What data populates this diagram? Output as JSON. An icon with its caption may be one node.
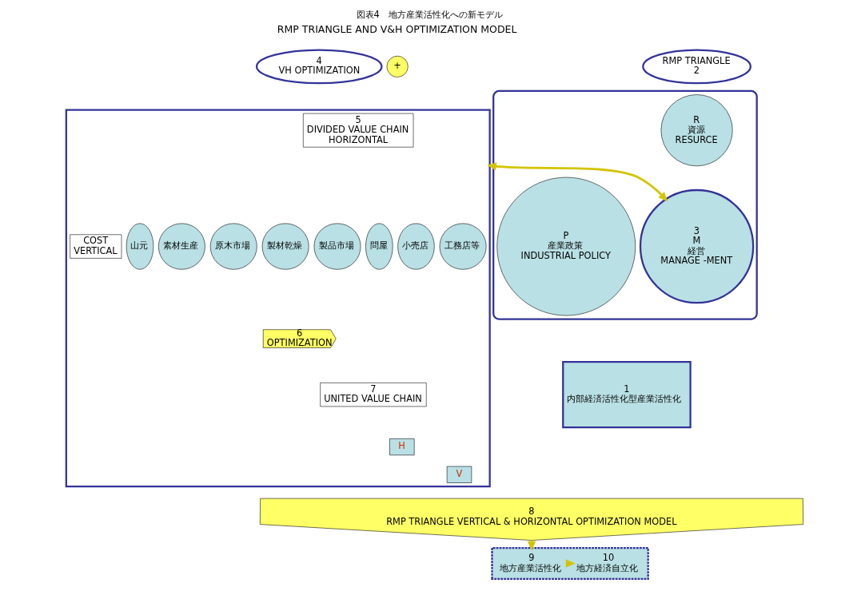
{
  "diagram": {
    "title": "図表4　地方産業活性化への新モデル",
    "nodes": [
      {
        "text": [
          "4",
          "VH OPTIMIZATION"
        ]
      },
      {
        "text": [
          "+"
        ]
      },
      {
        "text": [
          "RMP TRIANGLE",
          "2"
        ]
      },
      {
        "text": [],
        "shape": "box"
      },
      {
        "text": [
          "5",
          "DIVIDED VALUE CHAIN",
          "HORIZONTAL"
        ],
        "in": 3
      },
      {
        "text": [
          "COST",
          "VERTICAL"
        ],
        "in": 3
      },
      {
        "text": [
          "山元"
        ],
        "in": 3
      },
      {
        "text": [
          "素材生産"
        ],
        "in": 3
      },
      {
        "text": [
          "原木市場"
        ],
        "in": 3
      },
      {
        "text": [
          "製材乾燥"
        ],
        "in": 3
      },
      {
        "text": [
          "製品市場"
        ],
        "in": 3
      },
      {
        "text": [
          "問屋"
        ],
        "in": 3
      },
      {
        "text": [
          "小売店"
        ],
        "in": 3
      },
      {
        "text": [
          "工務店等"
        ],
        "in": 3
      },
      {
        "text": [
          "6",
          "OPTIMIZATION"
        ],
        "in": 3
      },
      {
        "text": [
          "7",
          "UNITED VALUE CHAIN"
        ],
        "in": 3
      },
      {
        "text": [
          "H"
        ],
        "in": 3
      },
      {
        "text": [
          "V"
        ],
        "in": 3
      },
      {
        "text": [],
        "shape": "triangle"
      },
      {
        "text": [
          "R",
          "資源",
          "RESURCE"
        ],
        "in": 18
      },
      {
        "text": [
          "3",
          "M",
          "経営",
          "MANAGE -MENT"
        ],
        "in": 18
      },
      {
        "text": [
          "P",
          "産業政策",
          "INDUSTRIAL POLICY"
        ],
        "in": 18
      },
      {
        "text": [
          "1",
          "内部経済活性化型産業活性化"
        ]
      },
      {
        "text": [
          "8",
          "RMP TRIANGLE VERTICAL & HORIZONTAL OPTIMIZATION MODEL"
        ]
      },
      {
        "text": [],
        "shape": "box"
      },
      {
        "text": [
          "9",
          "地方産業活性化"
        ],
        "in": 24
      },
      {
        "text": [
          "10",
          "地方経済自立化"
        ],
        "in": 24
      }
    ],
    "edges": [
      {
        "from": 3,
        "to": 20,
        "arrow": "both"
      },
      {
        "from": 23,
        "to": 24,
        "arrow": "to"
      },
      {
        "from": 25,
        "to": 26,
        "arrow": "to"
      }
    ],
    "labels": [
      "RMP TRIANGLE AND V&H OPTIMIZATION MODEL"
    ]
  }
}
